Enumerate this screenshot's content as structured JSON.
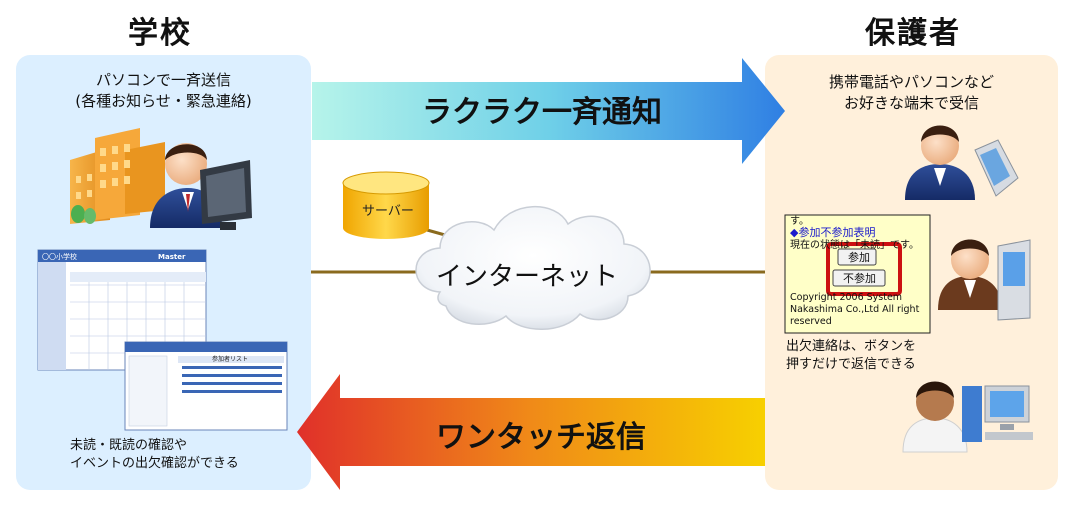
{
  "school": {
    "title": "学校",
    "line1": "パソコンで一斉送信",
    "line2": "(各種お知らせ・緊急連絡)",
    "bottom1": "未読・既読の確認や",
    "bottom2": "イベントの出欠確認ができる",
    "mock_header": "〇〇小学校",
    "mock_logo": "Master",
    "popup_title": "参加者リスト"
  },
  "guardian": {
    "title": "保護者",
    "line1": "携帯電話やパソコンなど",
    "line2": "お好きな端末で受信",
    "note1": "出欠連絡は、ボタンを",
    "note2": "押すだけで返信できる"
  },
  "phone_screen": {
    "top": "す。",
    "heading": "◆参加不参加表明",
    "status": "現在の状態は「未読」です。",
    "btn_join": "参加",
    "btn_decline": "不参加",
    "copyright1": "Copyright 2006 System",
    "copyright2": "Nakashima Co.,Ltd All right",
    "copyright3": "reserved"
  },
  "arrows": {
    "top": "ラクラク一斉通知",
    "bottom": "ワンタッチ返信"
  },
  "network": {
    "server": "サーバー",
    "internet": "インターネット"
  },
  "colors": {
    "school_panel": "#dcefff",
    "guardian_panel": "#fff0db",
    "top_arrow_start": "#a9f0e6",
    "top_arrow_end": "#2f88e6",
    "bottom_arrow_start": "#e23a2a",
    "bottom_arrow_end": "#f5c800",
    "server": "#f3b800",
    "highlight_frame": "#cc1111"
  }
}
